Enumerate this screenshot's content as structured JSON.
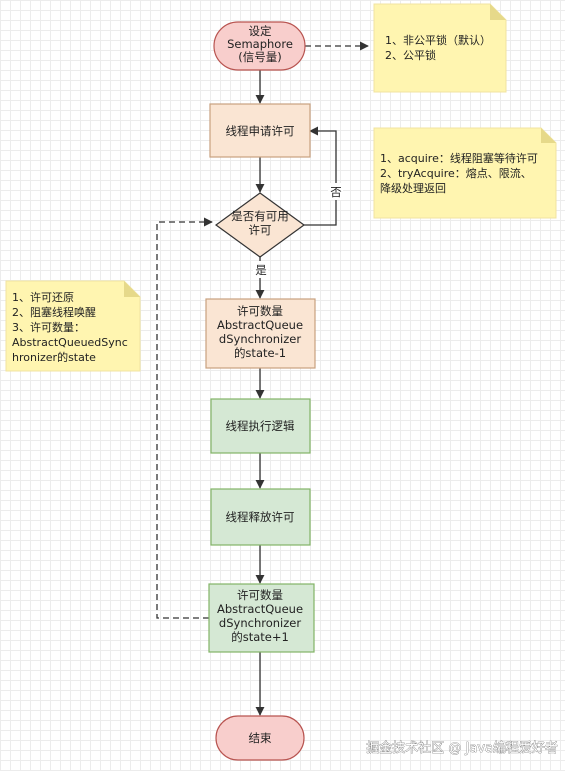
{
  "nodes": {
    "start": [
      "设定",
      "Semaphore",
      "(信号量)"
    ],
    "request": [
      "线程申请许可"
    ],
    "decision": [
      "是否有可用",
      "许可"
    ],
    "state_minus": [
      "许可数量",
      "AbstractQueue",
      "dSynchronizer",
      "的state-1"
    ],
    "execute": [
      "线程执行逻辑"
    ],
    "release": [
      "线程释放许可"
    ],
    "state_plus": [
      "许可数量",
      "AbstractQueue",
      "dSynchronizer",
      "的state+1"
    ],
    "end": [
      "结束"
    ]
  },
  "edges": {
    "yes_label": "是",
    "no_label": "否"
  },
  "notes": {
    "fairness": [
      "1、非公平锁（默认）",
      "2、公平锁"
    ],
    "acquire": [
      "1、acquire：线程阻塞等待许可",
      "2、tryAcquire：熔点、限流、",
      "降级处理返回"
    ],
    "release": [
      "1、许可还原",
      "2、阻塞线程唤醒",
      "3、许可数量：",
      "AbstractQueuedSync",
      "hronizer的state"
    ]
  },
  "watermark": "掘金技术社区 @ Java编程爱好者",
  "colors": {
    "start_end_fill": "#f8cecc",
    "start_end_stroke": "#b85450",
    "orange_fill": "#fae5d3",
    "orange_stroke": "#c7a17e",
    "green_fill": "#d5e8d4",
    "green_stroke": "#82b366",
    "note_fill": "#fff5b0",
    "note_fold": "#e6d98a",
    "line": "#333333"
  }
}
